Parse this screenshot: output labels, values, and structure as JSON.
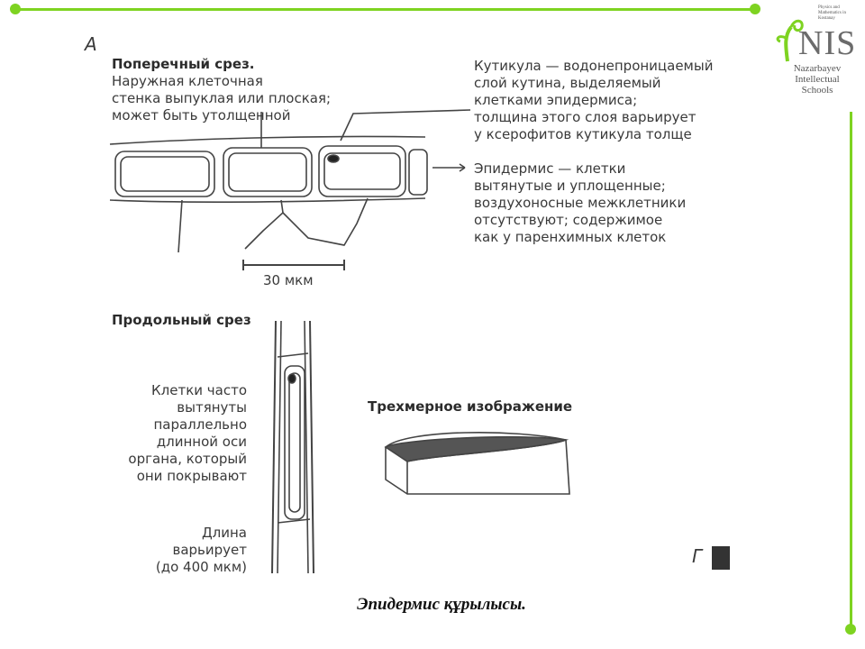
{
  "logo": {
    "brand": "NIS",
    "tagline": "Physics and Mathematics in Kostanay",
    "school": [
      "Nazarbayev",
      "Intellectual",
      "Schools"
    ]
  },
  "figure": {
    "panel_a": "А",
    "panel_g": "Г",
    "cross_section": {
      "title": "Поперечный срез.",
      "wall_note": [
        "Наружная клеточная",
        "стенка выпуклая или плоская;",
        "может быть утолщенной"
      ],
      "cuticle_note": [
        "Кутикула — водонепроницаемый",
        "слой кутина, выделяемый",
        "клетками эпидермиса;",
        "толщина этого слоя варьирует",
        "у ксерофитов кутикула толще"
      ],
      "epidermis_note": [
        "Эпидермис — клетки",
        "вытянутые и уплощенные;",
        "воздухоносные межклетники",
        "отсутствуют; содержимое",
        "как у паренхимных клеток"
      ],
      "scale": "30 мкм"
    },
    "long_section": {
      "title": "Продольный срез",
      "cells_note": [
        "Клетки часто",
        "вытянуты",
        "параллельно",
        "длинной оси",
        "органа, который",
        "они покрывают"
      ],
      "length_note": [
        "Длина",
        "варьирует",
        "(до 400 мкм)"
      ]
    },
    "three_d": {
      "title": "Трехмерное изображение"
    }
  },
  "caption": "Эпидермис құрылысы."
}
